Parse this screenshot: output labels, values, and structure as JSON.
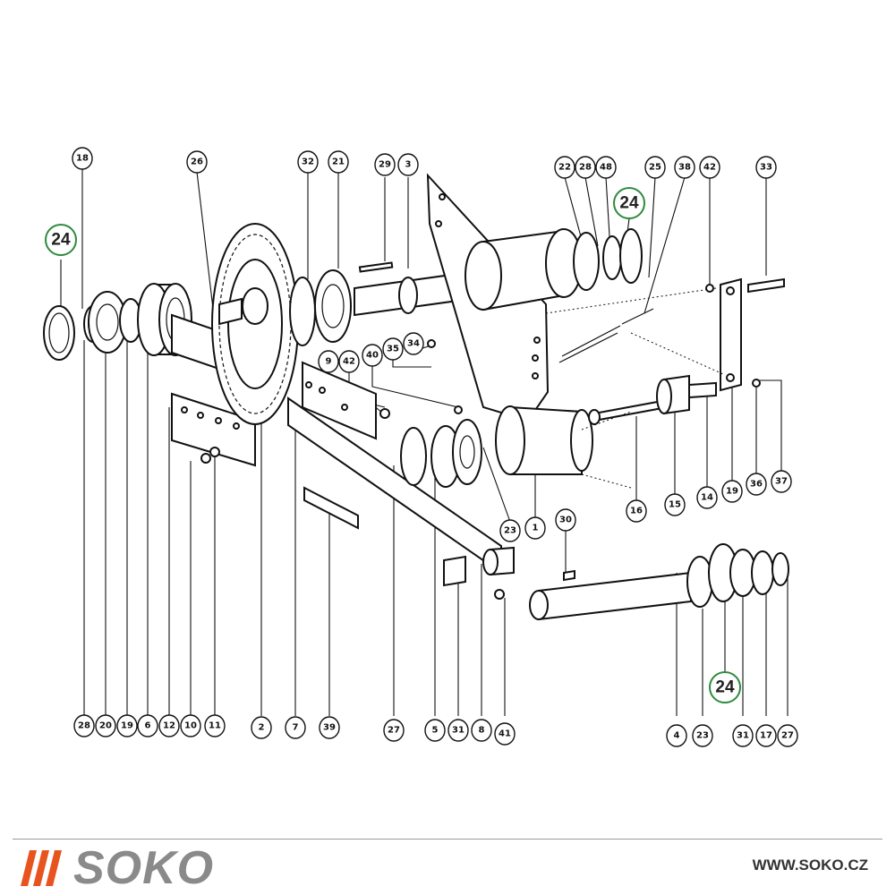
{
  "diagram": {
    "highlight_color": "#2e8b3e",
    "callouts": [
      "18",
      "26",
      "32",
      "21",
      "29",
      "3",
      "22",
      "28",
      "48",
      "25",
      "38",
      "42",
      "33",
      "9",
      "42",
      "40",
      "35",
      "34",
      "30",
      "1",
      "23",
      "16",
      "15",
      "14",
      "19",
      "36",
      "37",
      "28",
      "20",
      "19",
      "6",
      "12",
      "10",
      "11",
      "2",
      "7",
      "39",
      "27",
      "5",
      "31",
      "8",
      "41",
      "4",
      "23",
      "31",
      "17",
      "27"
    ],
    "highlighted_callouts": [
      "24",
      "24",
      "24"
    ]
  },
  "footer": {
    "brand_name": "SOKO",
    "brand_bar_color": "#e8541e",
    "brand_text_color": "#8a8a8a",
    "url": "WWW.SOKO.CZ"
  }
}
